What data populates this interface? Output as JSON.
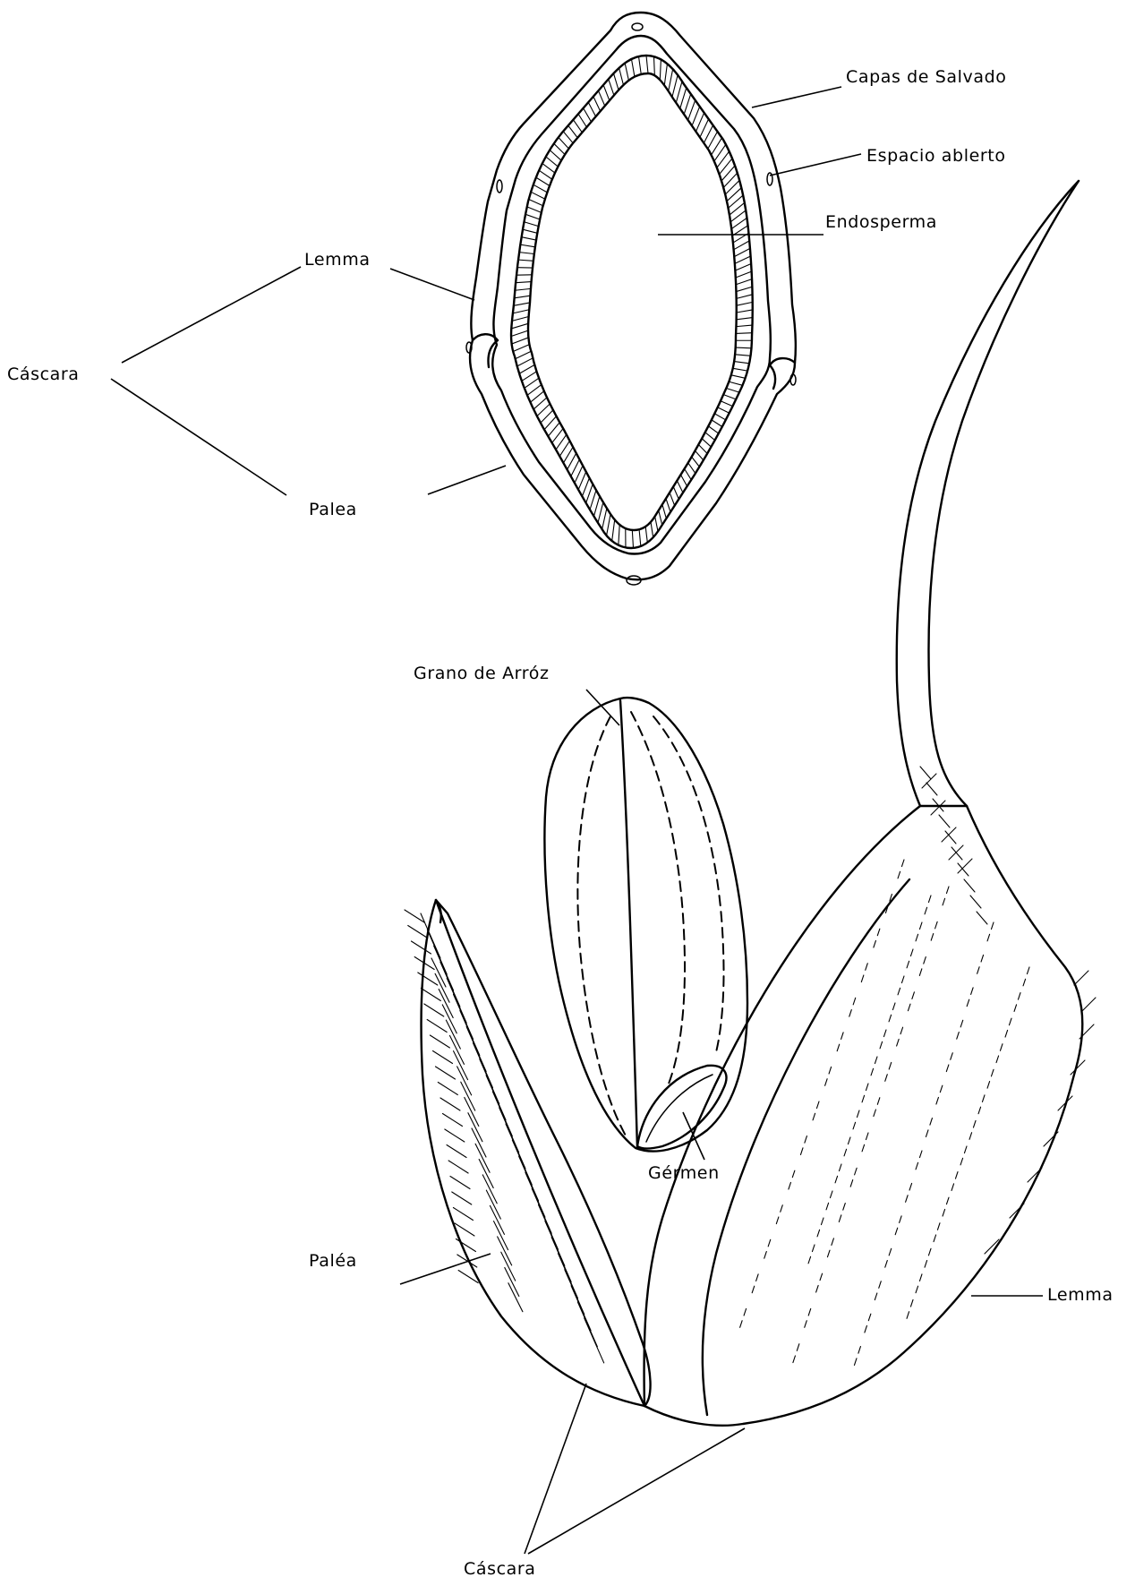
{
  "labels": {
    "capas_salvado": "Capas de Salvado",
    "espacio_abierto": "Espacio ablerto",
    "endosperma": "Endosperma",
    "lemma_top": "Lemma",
    "cascara_left": "Cáscara",
    "palea_top": "Palea",
    "grano_arroz": "Grano de Arróz",
    "germen": "Gérmen",
    "palea_bottom": "Paléa",
    "lemma_bottom": "Lemma",
    "cascara_bottom": "Cáscara"
  },
  "colors": {
    "ink": "#000000",
    "paper": "#ffffff"
  }
}
